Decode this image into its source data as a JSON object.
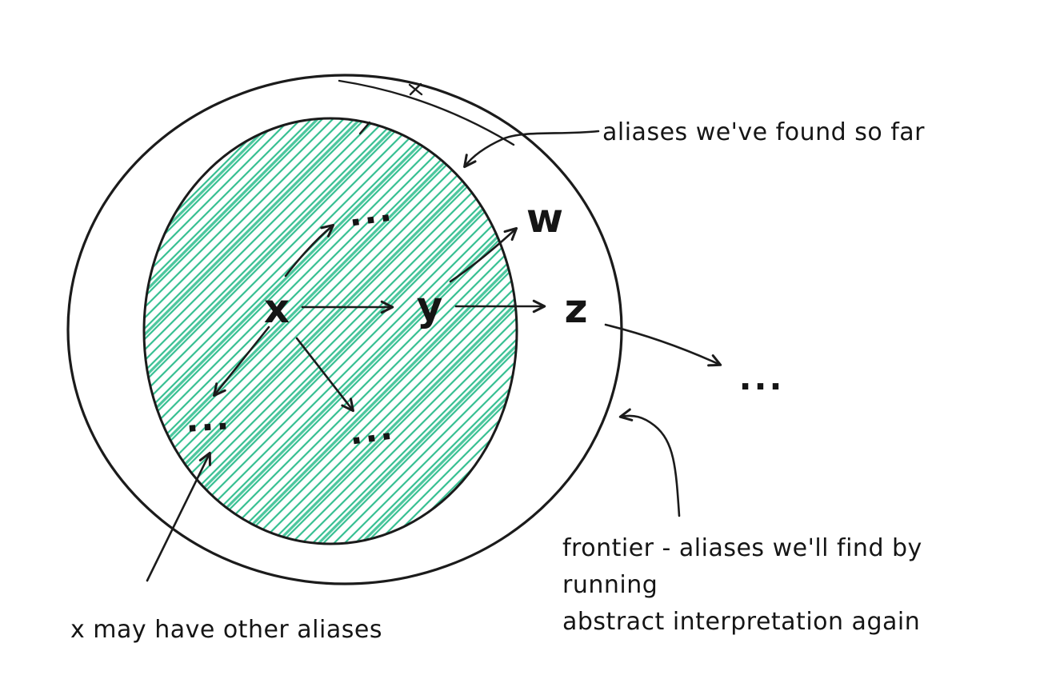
{
  "canvas": {
    "background": "#ffffff"
  },
  "colors": {
    "ink": "#1b1b1b",
    "hatch": "#2ebd8d"
  },
  "annotations": {
    "aliases_found": "aliases we've found so far",
    "x_other_aliases": "x may have other aliases",
    "frontier": [
      "frontier - aliases we'll find by",
      "running",
      "abstract interpretation again"
    ]
  },
  "nodes": {
    "x": "x",
    "y": "y",
    "w": "w",
    "z": "z",
    "ellipsis": "..."
  },
  "edges": [
    {
      "from": "x",
      "to": "ellipsis-upper"
    },
    {
      "from": "x",
      "to": "y"
    },
    {
      "from": "x",
      "to": "ellipsis-left"
    },
    {
      "from": "x",
      "to": "ellipsis-lower"
    },
    {
      "from": "y",
      "to": "w"
    },
    {
      "from": "y",
      "to": "z"
    },
    {
      "from": "z",
      "to": "ellipsis-right"
    }
  ]
}
